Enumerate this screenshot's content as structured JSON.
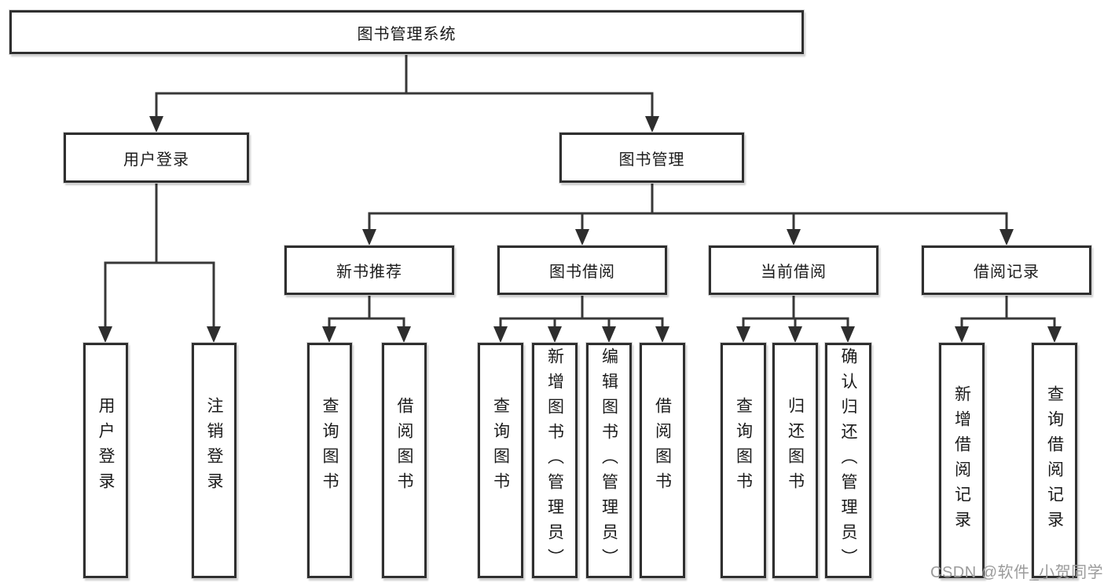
{
  "diagram": {
    "root": "图书管理系统",
    "l2": [
      "用户登录",
      "图书管理"
    ],
    "l3": [
      "新书推荐",
      "图书借阅",
      "当前借阅",
      "借阅记录"
    ],
    "leaves_login": [
      "用户登录",
      "注销登录"
    ],
    "leaves_newbook": [
      "查询图书",
      "借阅图书"
    ],
    "leaves_borrow": [
      "查询图书",
      "新增图书（管理员）",
      "编辑图书（管理员）",
      "借阅图书"
    ],
    "leaves_current": [
      "查询图书",
      "归还图书",
      "确认归还（管理员）"
    ],
    "leaves_record": [
      "新增借阅记录",
      "查询借阅记录"
    ]
  },
  "watermark": "CSDN @软件_小贺同学",
  "colors": {
    "background": "#ffffff",
    "line": "#383838",
    "box_border": "#2f2f2f",
    "box_fill": "#ffffff",
    "text": "#1b1b1b",
    "watermark": "#9b9b9b"
  }
}
